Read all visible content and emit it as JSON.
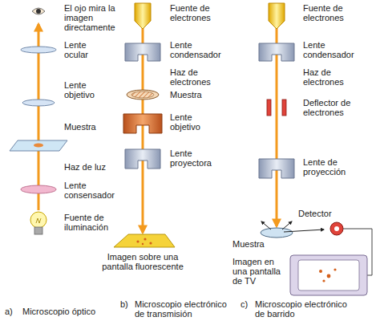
{
  "diagram": {
    "labels": [
      "El ojo mira la imagen directamente",
      "Lente ocular",
      "Lente objetivo",
      "Muestra",
      "Haz de luz",
      "Lente consensador",
      "Fuente de iluminación",
      "a)",
      "Microscopio óptico",
      "Fuente de electrones",
      "Lente condensador",
      "Haz de electrones",
      "Muestra",
      "Lente objetivo",
      "Lente proyectora",
      "Imagen sobre una pantalla fluorescente",
      "b)",
      "Microscopio electrónico de transmisión",
      "Fuente de electrones",
      "Lente condensador",
      "Haz de electrones",
      "Deflector de electrones",
      "Lente de proyección",
      "Detector",
      "Muestra",
      "Imagen en una pantalla de TV",
      "c)",
      "Microscopio electrónico de barrido"
    ]
  }
}
